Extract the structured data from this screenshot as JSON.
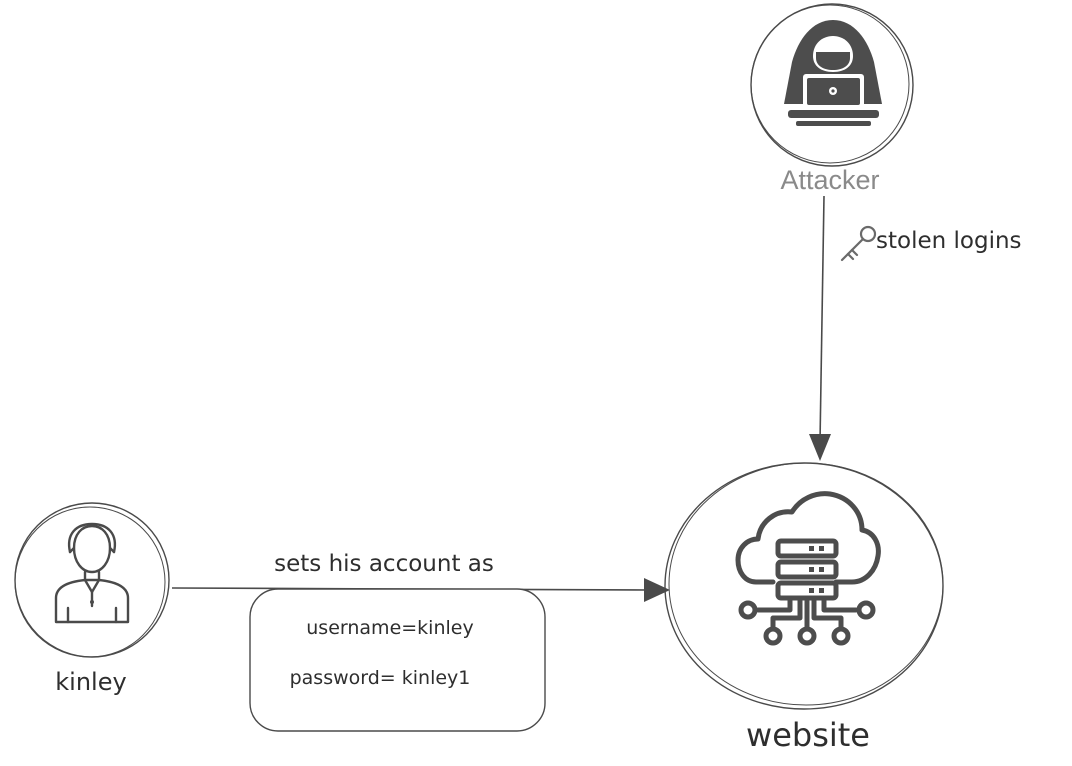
{
  "attacker": {
    "label": "Attacker",
    "icon": "hacker-icon"
  },
  "stolen": {
    "label": "stolen logins",
    "icon": "key-icon"
  },
  "user": {
    "label": "kinley",
    "icon": "person-icon"
  },
  "website": {
    "label": "website",
    "icon": "cloud-server-icon"
  },
  "flow": {
    "label": "sets his account as"
  },
  "credentials": {
    "username": "username=kinley",
    "password": "password= kinley1"
  },
  "colors": {
    "stroke": "#4a4a4a",
    "icon": "#4d4d4d",
    "text": "#2e2e2e",
    "muted": "#8a8a8a"
  }
}
